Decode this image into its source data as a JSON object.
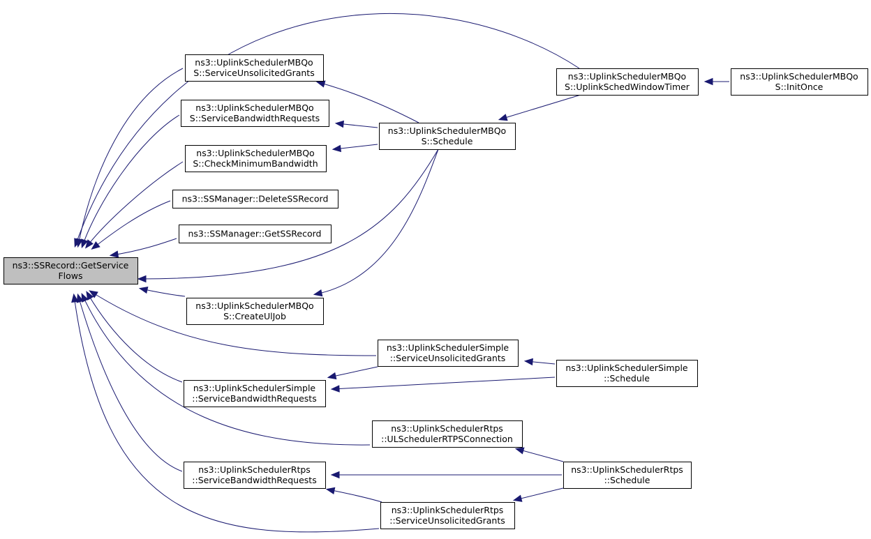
{
  "graph": {
    "nodes": {
      "root": [
        "ns3::SSRecord::GetService",
        "Flows"
      ],
      "mbqos_sug": [
        "ns3::UplinkSchedulerMBQo",
        "S::ServiceUnsolicitedGrants"
      ],
      "mbqos_sbr": [
        "ns3::UplinkSchedulerMBQo",
        "S::ServiceBandwidthRequests"
      ],
      "mbqos_cmb": [
        "ns3::UplinkSchedulerMBQo",
        "S::CheckMinimumBandwidth"
      ],
      "ssm_del": [
        "ns3::SSManager::DeleteSSRecord"
      ],
      "ssm_get": [
        "ns3::SSManager::GetSSRecord"
      ],
      "mbqos_cuj": [
        "ns3::UplinkSchedulerMBQo",
        "S::CreateUlJob"
      ],
      "mbqos_sched": [
        "ns3::UplinkSchedulerMBQo",
        "S::Schedule"
      ],
      "mbqos_uswt": [
        "ns3::UplinkSchedulerMBQo",
        "S::UplinkSchedWindowTimer"
      ],
      "mbqos_init": [
        "ns3::UplinkSchedulerMBQo",
        "S::InitOnce"
      ],
      "simple_sug": [
        "ns3::UplinkSchedulerSimple",
        "::ServiceUnsolicitedGrants"
      ],
      "simple_sbr": [
        "ns3::UplinkSchedulerSimple",
        "::ServiceBandwidthRequests"
      ],
      "simple_sched": [
        "ns3::UplinkSchedulerSimple",
        "::Schedule"
      ],
      "rtps_ulrtps": [
        "ns3::UplinkSchedulerRtps",
        "::ULSchedulerRTPSConnection"
      ],
      "rtps_sbr": [
        "ns3::UplinkSchedulerRtps",
        "::ServiceBandwidthRequests"
      ],
      "rtps_sched": [
        "ns3::UplinkSchedulerRtps",
        "::Schedule"
      ],
      "rtps_sug": [
        "ns3::UplinkSchedulerRtps",
        "::ServiceUnsolicitedGrants"
      ]
    },
    "edges": [
      [
        "mbqos_uswt",
        "root"
      ],
      [
        "mbqos_sug",
        "root"
      ],
      [
        "mbqos_sbr",
        "root"
      ],
      [
        "mbqos_cmb",
        "root"
      ],
      [
        "ssm_del",
        "root"
      ],
      [
        "ssm_get",
        "root"
      ],
      [
        "mbqos_sched",
        "root"
      ],
      [
        "mbqos_cuj",
        "root"
      ],
      [
        "simple_sug",
        "root"
      ],
      [
        "simple_sbr",
        "root"
      ],
      [
        "rtps_ulrtps",
        "root"
      ],
      [
        "rtps_sbr",
        "root"
      ],
      [
        "rtps_sug",
        "root"
      ],
      [
        "mbqos_sched",
        "mbqos_sug"
      ],
      [
        "mbqos_sched",
        "mbqos_sbr"
      ],
      [
        "mbqos_sched",
        "mbqos_cmb"
      ],
      [
        "mbqos_sched",
        "mbqos_cuj"
      ],
      [
        "mbqos_uswt",
        "mbqos_sched"
      ],
      [
        "mbqos_init",
        "mbqos_uswt"
      ],
      [
        "simple_sug",
        "simple_sbr"
      ],
      [
        "simple_sched",
        "simple_sug"
      ],
      [
        "simple_sched",
        "simple_sbr"
      ],
      [
        "rtps_sched",
        "rtps_ulrtps"
      ],
      [
        "rtps_sched",
        "rtps_sbr"
      ],
      [
        "rtps_sched",
        "rtps_sug"
      ],
      [
        "rtps_sug",
        "rtps_sbr"
      ]
    ]
  },
  "colors": {
    "edge": "#191970",
    "root_fill": "#bfbfbf",
    "node_fill": "#ffffff",
    "node_border": "#000000"
  }
}
